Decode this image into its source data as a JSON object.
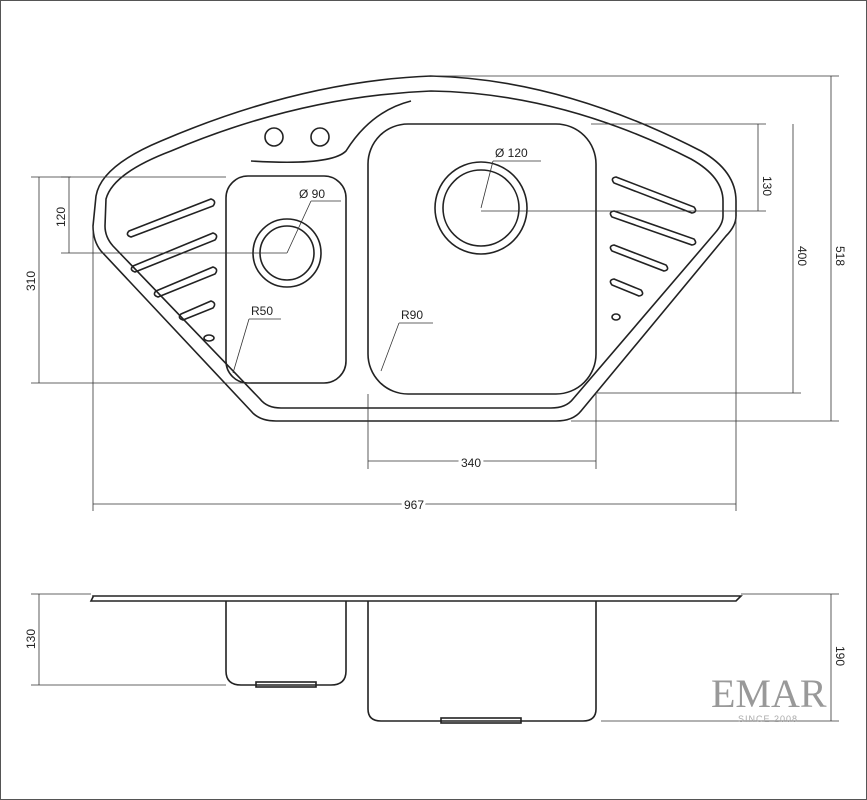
{
  "dimensions": {
    "left_drain_offset": "120",
    "left_bowl_height": "310",
    "left_drain_diameter": "Ø 90",
    "left_corner_radius": "R50",
    "right_drain_diameter": "Ø 120",
    "right_corner_radius": "R90",
    "right_drain_offset": "130",
    "right_bowl_height": "400",
    "total_depth": "518",
    "right_bowl_width": "340",
    "total_width": "967",
    "left_bowl_depth": "130",
    "right_bowl_depth": "190"
  },
  "logo": {
    "brand": "EMAR",
    "tagline": "SINCE 2008"
  }
}
